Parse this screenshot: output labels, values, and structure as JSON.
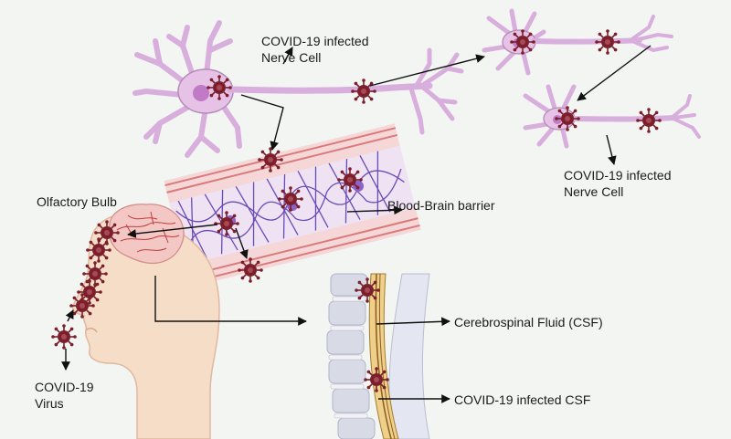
{
  "labels": {
    "nerve_cell_top": [
      "COVID-19 infected",
      "Nerve Cell"
    ],
    "nerve_cell_right": [
      "COVID-19 infected",
      "Nerve Cell"
    ],
    "blood_brain_barrier": "Blood-Brain barrier",
    "olfactory_bulb": "Olfactory Bulb",
    "csf": "Cerebrospinal Fluid (CSF)",
    "infected_csf": "COVID-19 infected CSF",
    "virus": [
      "COVID-19",
      "Virus"
    ]
  },
  "colors": {
    "background": "#f3f5f2",
    "neuron_fill": "#e6c2e6",
    "neuron_stroke": "#b58ab8",
    "neuron_nucleus": "#c07ac6",
    "virus": "#7a1f2b",
    "vessel_wall": "#f6d7d7",
    "vessel_stripe": "#d9797a",
    "barrier_mesh": "#6a4bb5",
    "skin": "#f6ddc8",
    "brain": "#f3c8c4",
    "spine_bone": "#d8dbe6",
    "arrow": "#111111"
  }
}
